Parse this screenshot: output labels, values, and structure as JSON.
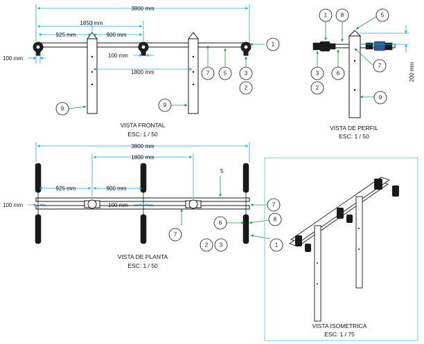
{
  "views": {
    "front": {
      "title": "VISTA FRONTAL",
      "scale": "ESC: 1 / 50"
    },
    "profile": {
      "title": "VISTA DE PERFIL",
      "scale": "ESC: 1 / 50"
    },
    "plan": {
      "title": "VISTA DE PLANTA",
      "scale": "ESC: 1 / 50"
    },
    "iso": {
      "title": "VISTA ISOMETRICA",
      "scale": "ESC: 1 / 75"
    }
  },
  "dimensions": {
    "front_total": "3800 mm",
    "front_1850": "1850 mm",
    "front_925": "925 mm",
    "front_900": "900 mm",
    "front_100a": "100 mm",
    "front_100b": "100 mm",
    "front_1800": "1800 mm",
    "profile_200": "200 mm",
    "plan_total": "3800 mm",
    "plan_1800": "1800 mm",
    "plan_925": "925 mm",
    "plan_900": "900 mm",
    "plan_100a": "100 mm",
    "plan_100b": "100 mm"
  },
  "callouts": {
    "front": [
      "1",
      "7",
      "5",
      "3",
      "2",
      "9",
      "9"
    ],
    "profile": [
      "1",
      "8",
      "5",
      "3",
      "2",
      "6",
      "7",
      "9"
    ],
    "plan": [
      "5",
      "7",
      "7",
      "6",
      "8",
      "2",
      "3",
      "1"
    ]
  },
  "colors": {
    "dimension": "#29a3e0",
    "leader": "#1f9a3a",
    "line": "#111111",
    "iso_frame": "#7fd6e6"
  }
}
